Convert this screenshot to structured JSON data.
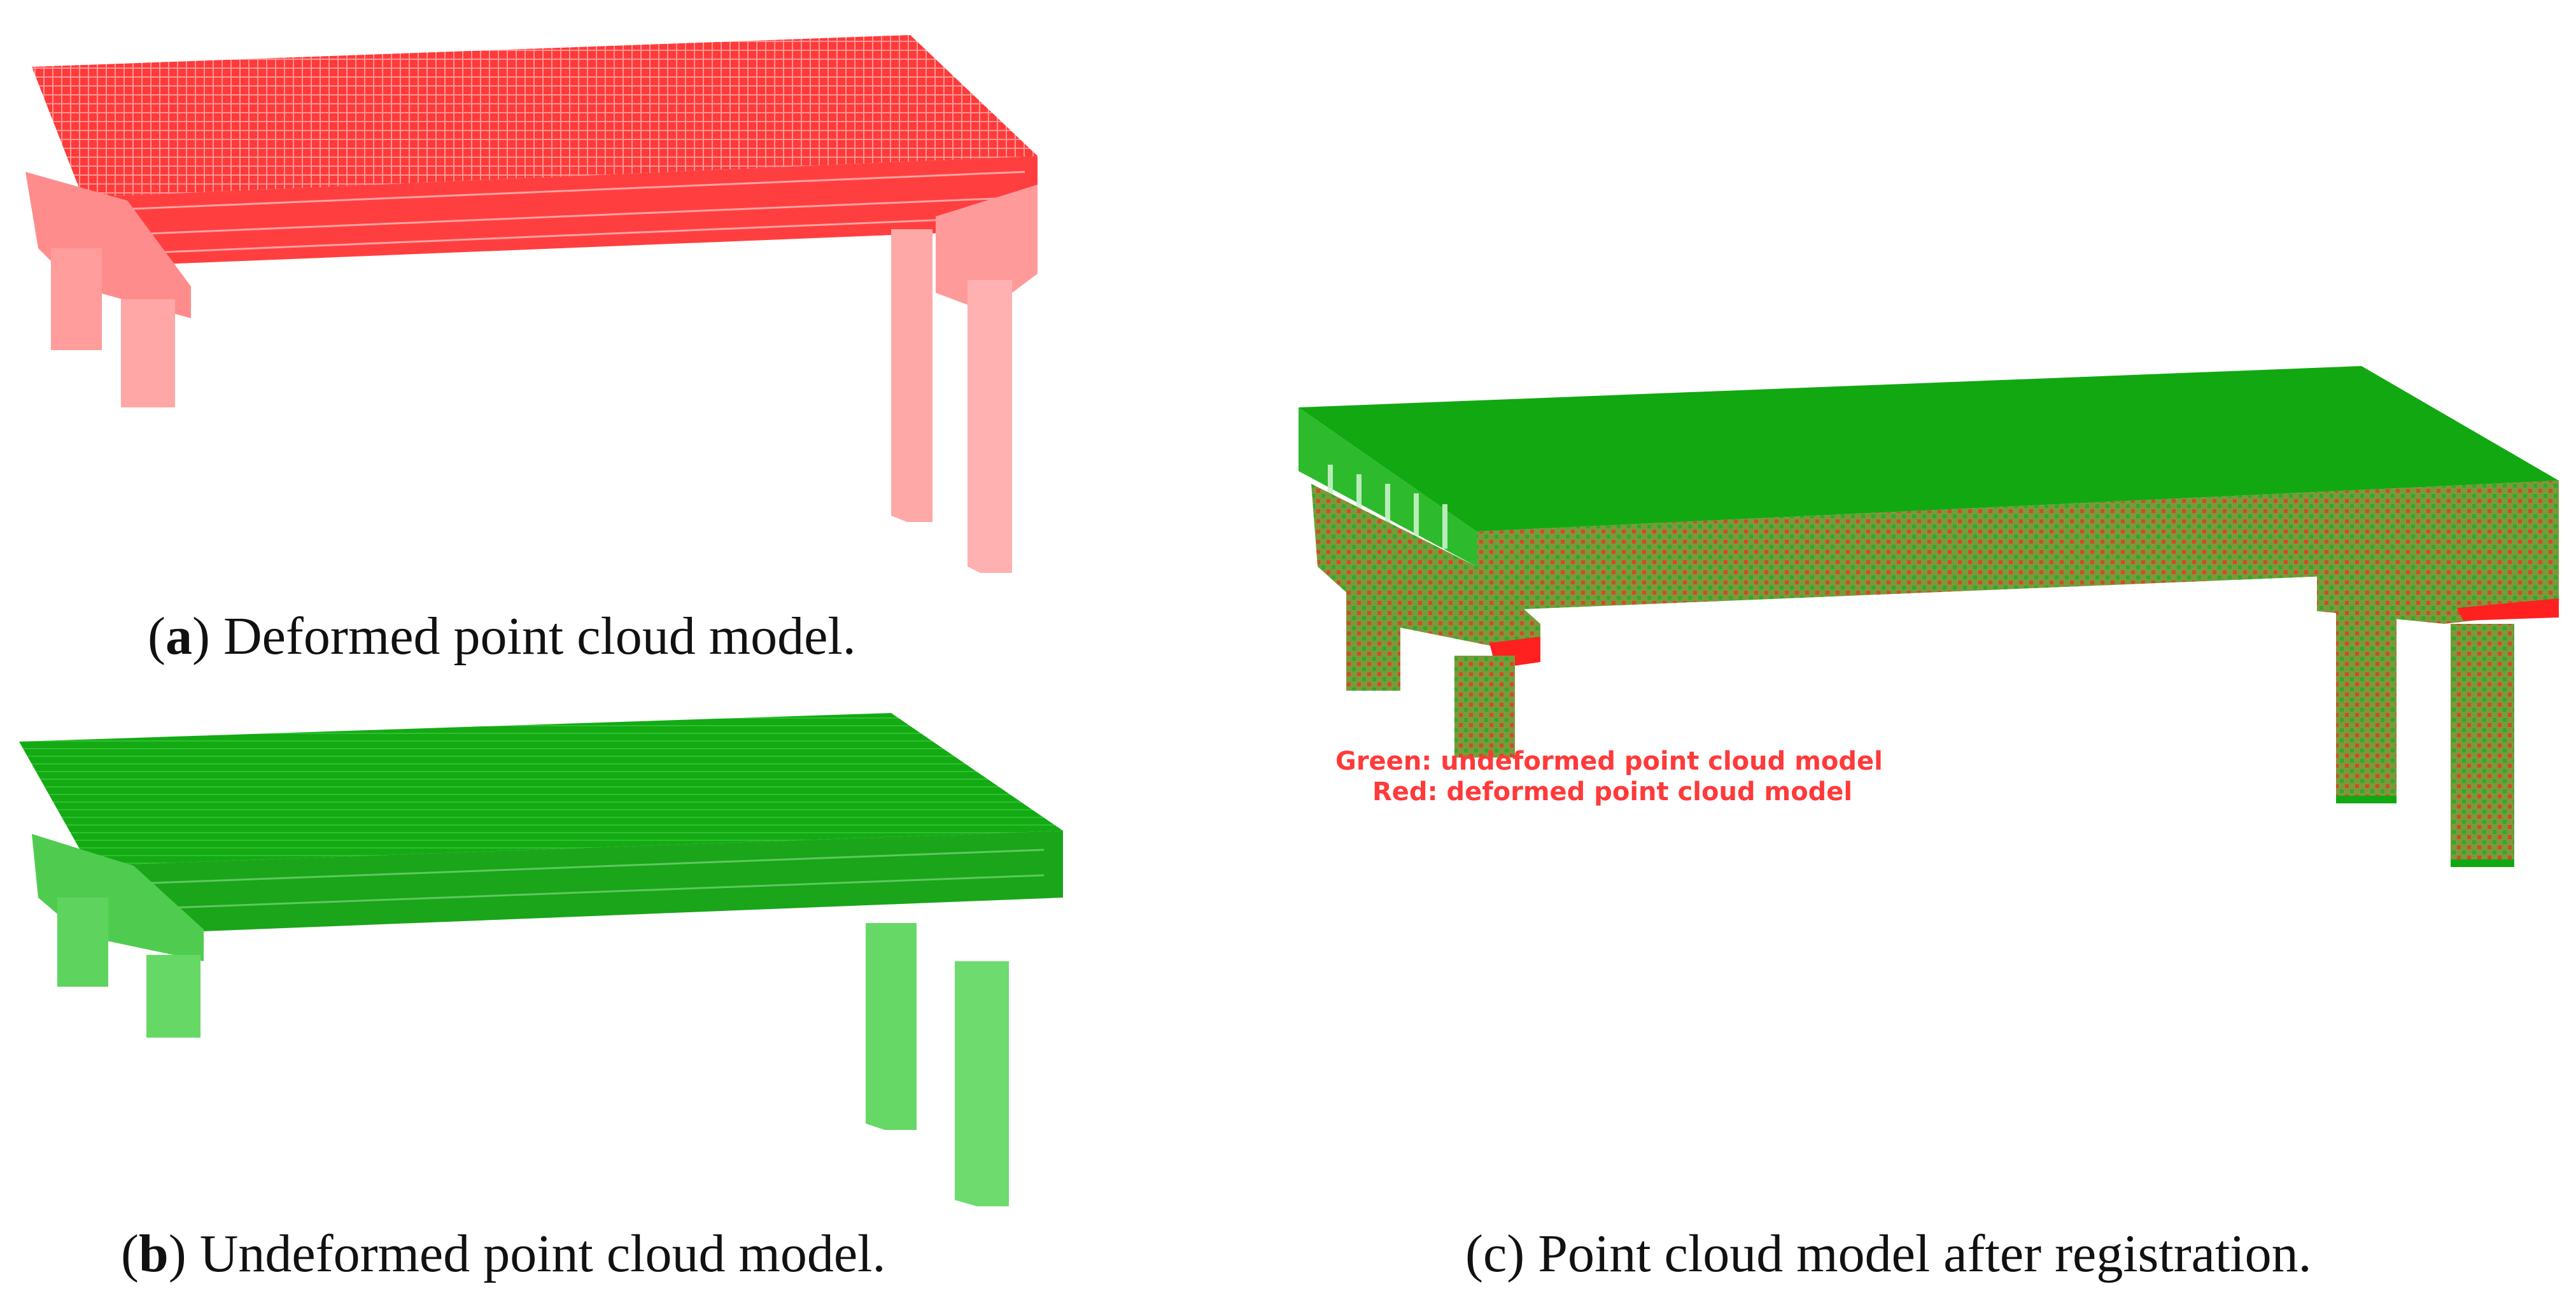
{
  "figure": {
    "panels": [
      {
        "id": "a",
        "letter": "a",
        "caption": "Deformed point cloud model.",
        "color": "#ff1a1a",
        "color_light": "#ff9a9a"
      },
      {
        "id": "b",
        "letter": "b",
        "caption": "Undeformed point cloud model.",
        "color": "#12a812",
        "color_light": "#5ccf5c"
      },
      {
        "id": "c",
        "letter": "c",
        "caption": "Point cloud model after registration.",
        "color_green": "#12a812",
        "color_red": "#e23a2a"
      }
    ],
    "legend": {
      "green_line": "Green: undeformed point cloud model",
      "red_line": "Red: deformed point cloud model",
      "color": "#ff3a3a"
    }
  }
}
